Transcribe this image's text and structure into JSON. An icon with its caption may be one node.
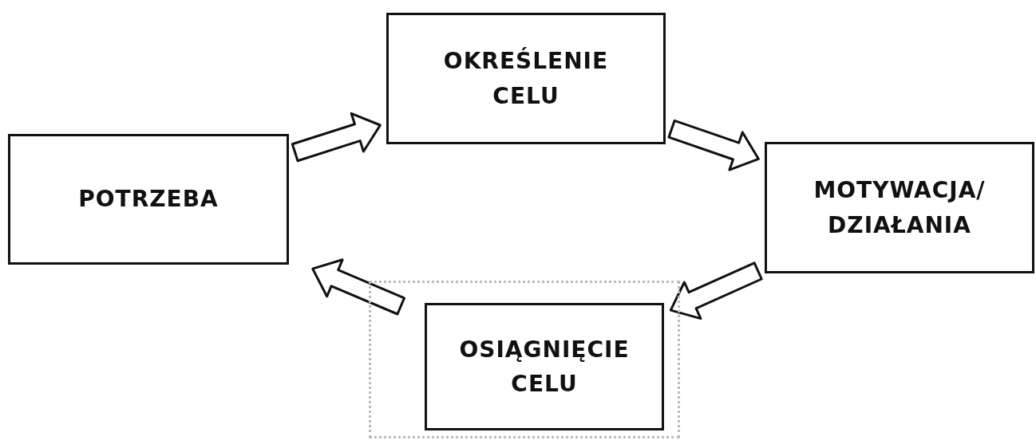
{
  "diagram": {
    "nodes": [
      {
        "text": [
          "POTRZEBA"
        ]
      },
      {
        "text": [
          "OKREŚLENIE CELU"
        ]
      },
      {
        "text": [
          "MOTYWACJA/ DZIAŁANIA"
        ]
      },
      {
        "text": [
          "OSIĄGNIĘCIE CELU"
        ]
      }
    ],
    "edges": [
      {
        "from": 0,
        "to": 1,
        "arrow": "to"
      },
      {
        "from": 1,
        "to": 2,
        "arrow": "to"
      },
      {
        "from": 2,
        "to": 3,
        "arrow": "to"
      },
      {
        "from": 3,
        "to": 0,
        "arrow": "to"
      }
    ]
  }
}
